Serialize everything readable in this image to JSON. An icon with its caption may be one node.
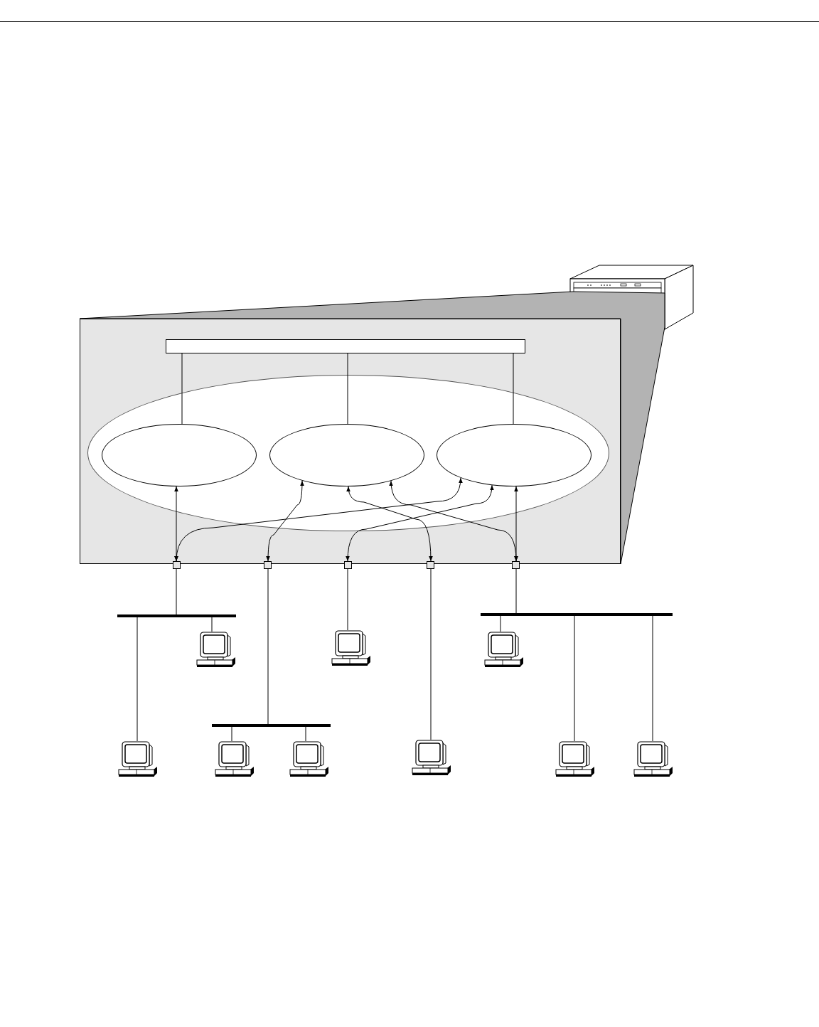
{
  "diagram": {
    "nodes": [
      {
        "text": [],
        "shape": "box"
      },
      {
        "text": [],
        "shape": "box",
        "in": 0
      },
      {
        "text": [],
        "shape": "ellipse",
        "in": 0
      },
      {
        "text": [],
        "shape": "ellipse",
        "in": 2
      },
      {
        "text": [],
        "shape": "ellipse",
        "in": 2
      },
      {
        "text": [],
        "shape": "ellipse",
        "in": 2
      },
      {
        "text": [],
        "shape": "box"
      },
      {
        "text": [],
        "shape": "box"
      },
      {
        "text": [],
        "shape": "box"
      },
      {
        "text": [],
        "shape": "box"
      },
      {
        "text": [],
        "shape": "box"
      },
      {
        "text": [],
        "shape": "bar"
      },
      {
        "text": [],
        "shape": "bar"
      },
      {
        "text": [],
        "shape": "computer"
      },
      {
        "text": [],
        "shape": "computer"
      },
      {
        "text": [],
        "shape": "computer"
      },
      {
        "text": [],
        "shape": "bar"
      },
      {
        "text": [],
        "shape": "computer"
      },
      {
        "text": [],
        "shape": "computer"
      },
      {
        "text": [],
        "shape": "computer"
      },
      {
        "text": [],
        "shape": "computer"
      },
      {
        "text": [],
        "shape": "computer"
      },
      {
        "text": [],
        "shape": "computer"
      }
    ],
    "edges": [
      {
        "from": 1,
        "to": 3,
        "arrow": "none"
      },
      {
        "from": 1,
        "to": 4,
        "arrow": "none"
      },
      {
        "from": 1,
        "to": 5,
        "arrow": "none"
      },
      {
        "from": 3,
        "to": 6,
        "arrow": "both"
      },
      {
        "from": 6,
        "to": 5,
        "arrow": "both"
      },
      {
        "from": 4,
        "to": 7,
        "arrow": "both"
      },
      {
        "from": 4,
        "to": 9,
        "arrow": "both"
      },
      {
        "from": 5,
        "to": 8,
        "arrow": "both"
      },
      {
        "from": 4,
        "to": 10,
        "arrow": "both"
      },
      {
        "from": 5,
        "to": 10,
        "arrow": "both"
      },
      {
        "from": 6,
        "to": 11,
        "arrow": "none"
      },
      {
        "from": 7,
        "to": 16,
        "arrow": "none"
      },
      {
        "from": 8,
        "to": 14,
        "arrow": "none"
      },
      {
        "from": 9,
        "to": 20,
        "arrow": "none"
      },
      {
        "from": 10,
        "to": 12,
        "arrow": "none"
      },
      {
        "from": 11,
        "to": 17,
        "arrow": "none"
      },
      {
        "from": 11,
        "to": 13,
        "arrow": "none"
      },
      {
        "from": 16,
        "to": 18,
        "arrow": "none"
      },
      {
        "from": 16,
        "to": 19,
        "arrow": "none"
      },
      {
        "from": 12,
        "to": 15,
        "arrow": "none"
      },
      {
        "from": 12,
        "to": 21,
        "arrow": "none"
      },
      {
        "from": 12,
        "to": 22,
        "arrow": "none"
      }
    ]
  }
}
